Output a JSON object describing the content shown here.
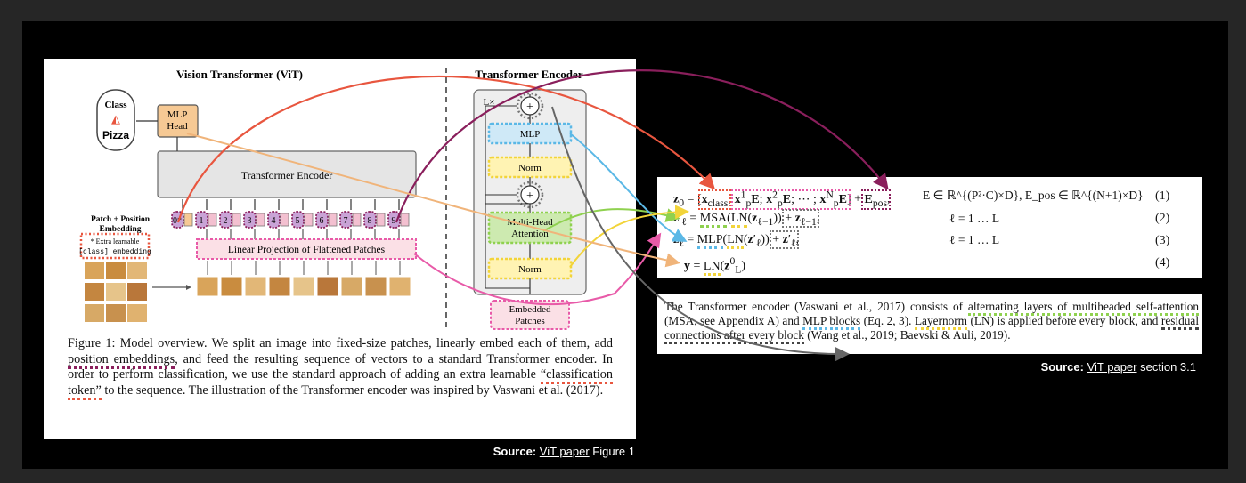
{
  "figure": {
    "title_left": "Vision Transformer (ViT)",
    "title_right": "Transformer Encoder",
    "class_label": "Class",
    "class_value": "Pizza",
    "mlp_head": [
      "MLP",
      "Head"
    ],
    "transformer_encoder": "Transformer Encoder",
    "patch_embedding_label": [
      "Patch + Position",
      "Embedding"
    ],
    "extra_learnable": [
      "* Extra learnable",
      "[class] embedding"
    ],
    "linear_projection": "Linear Projection of Flattened Patches",
    "position_tokens": [
      "0*",
      "1",
      "2",
      "3",
      "4",
      "5",
      "6",
      "7",
      "8",
      "9"
    ],
    "encoder_lx": "L×",
    "encoder_blocks": {
      "mlp": "MLP",
      "norm_top": "Norm",
      "mha": [
        "Multi-Head",
        "Attention"
      ],
      "norm_bottom": "Norm",
      "embedded": [
        "Embedded",
        "Patches"
      ]
    },
    "plus": "+"
  },
  "caption": "Figure 1: Model overview. We split an image into fixed-size patches, linearly embed each of them, add position embeddings, and feed the resulting sequence of vectors to a standard Transformer encoder. In order to perform classification, we use the standard approach of adding an extra learnable “classification token” to the sequence. The illustration of the Transformer encoder was inspired by Vaswani et al. (2017).",
  "caption_parts": {
    "p1": "Figure 1: Model overview. We split an image into fixed-size patches, linearly embed each of them, add ",
    "hl_position": "position embeddings",
    "p2": ", and feed the resulting sequence of vectors to a standard Transformer encoder. In order to perform classification, we use the standard approach of adding an extra learnable ",
    "hl_class": "“classification token”",
    "p3": " to the sequence. The illustration of the Transformer encoder was inspired by Vaswani et al. (2017)."
  },
  "source_left": {
    "prefix": "Source:",
    "link": "ViT paper",
    "suffix": " Figure 1"
  },
  "source_right": {
    "prefix": "Source:",
    "link": "ViT paper",
    "suffix": " section 3.1"
  },
  "equations": [
    {
      "num": "(1)",
      "cond": "E ∈ ℝ^{(P²·C)×D},  E_pos ∈ ℝ^{(N+1)×D}"
    },
    {
      "num": "(2)",
      "cond": "ℓ = 1 … L"
    },
    {
      "num": "(3)",
      "cond": "ℓ = 1 … L"
    },
    {
      "num": "(4)",
      "cond": ""
    }
  ],
  "body_text": {
    "p1": "The Transformer encoder (Vaswani et al., 2017) consists of ",
    "hl_msa": "alternating layers of multiheaded self-attention",
    "p2": " (MSA, see Appendix A) and ",
    "hl_mlp": "MLP blocks",
    "p3": " (Eq. 2, 3). ",
    "hl_ln": "Layernorm",
    "p4": " (LN) is applied before every block, and ",
    "hl_res": "residual connections after every block",
    "p5": " (Wang et al., 2019; Baevski & Auli, 2019)."
  },
  "colors": {
    "red": "#e8563f",
    "purple": "#8a1f5c",
    "green": "#8fd14f",
    "blue": "#5bb8e6",
    "yellow": "#f2d43a",
    "pink": "#e85aa8",
    "orange_arrow": "#f0b47a",
    "gray_arrow": "#555555"
  }
}
